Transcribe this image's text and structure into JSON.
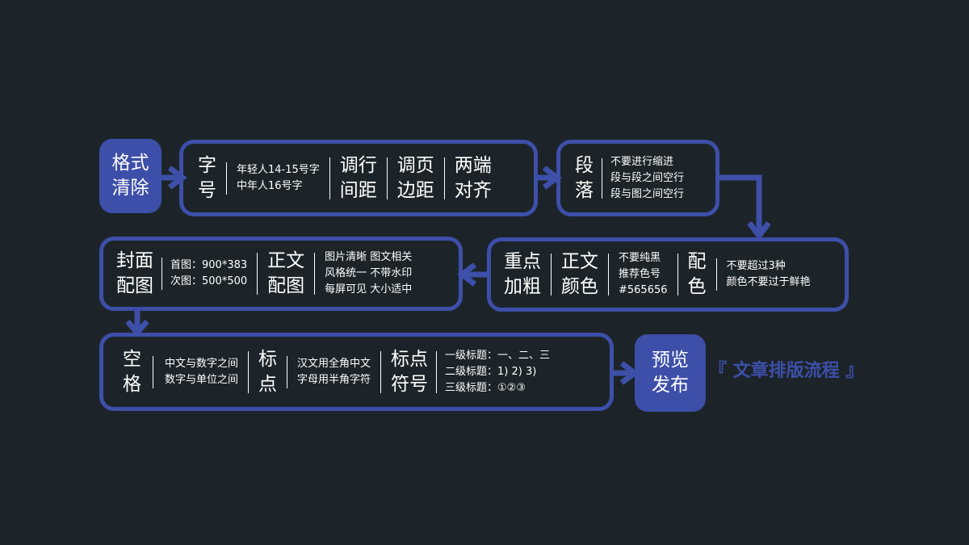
{
  "title": "『 文章排版流程 』",
  "row1": {
    "format_clear": "格式\n清除",
    "font_size_label": "字\n号",
    "font_size_note": "年轻人14-15号字\n中年人16号字",
    "line_spacing": "调行\n间距",
    "page_margin": "调页\n边距",
    "justify": "两端\n对齐",
    "paragraph_label": "段\n落",
    "paragraph_note": "不要进行缩进\n段与段之间空行\n段与图之间空行"
  },
  "row2": {
    "emphasis": "重点\n加粗",
    "text_color_label": "正文\n颜色",
    "text_color_note": "不要纯黑\n推荐色号\n#565656",
    "scheme_label": "配\n色",
    "scheme_note": "不要超过3种\n颜色不要过于鲜艳",
    "cover_label": "封面\n配图",
    "cover_note": "首图：900*383\n次图：500*500",
    "body_img_label": "正文\n配图",
    "body_img_note": "图片清晰  图文相关\n风格统一  不带水印\n每屏可见  大小适中"
  },
  "row3": {
    "space_label": "空\n格",
    "space_note": "中文与数字之间\n数字与单位之间",
    "punct_label": "标\n点",
    "punct_note": "汉文用全角中文\n字母用半角字符",
    "heading_label": "标点\n符号",
    "heading_note": "一级标题：一、二、三\n二级标题：1) 2) 3)\n三级标题：①②③",
    "publish": "预览\n发布"
  },
  "colors": {
    "background": "#1c2429",
    "accent": "#3d4fa8",
    "text": "#ffffff"
  }
}
